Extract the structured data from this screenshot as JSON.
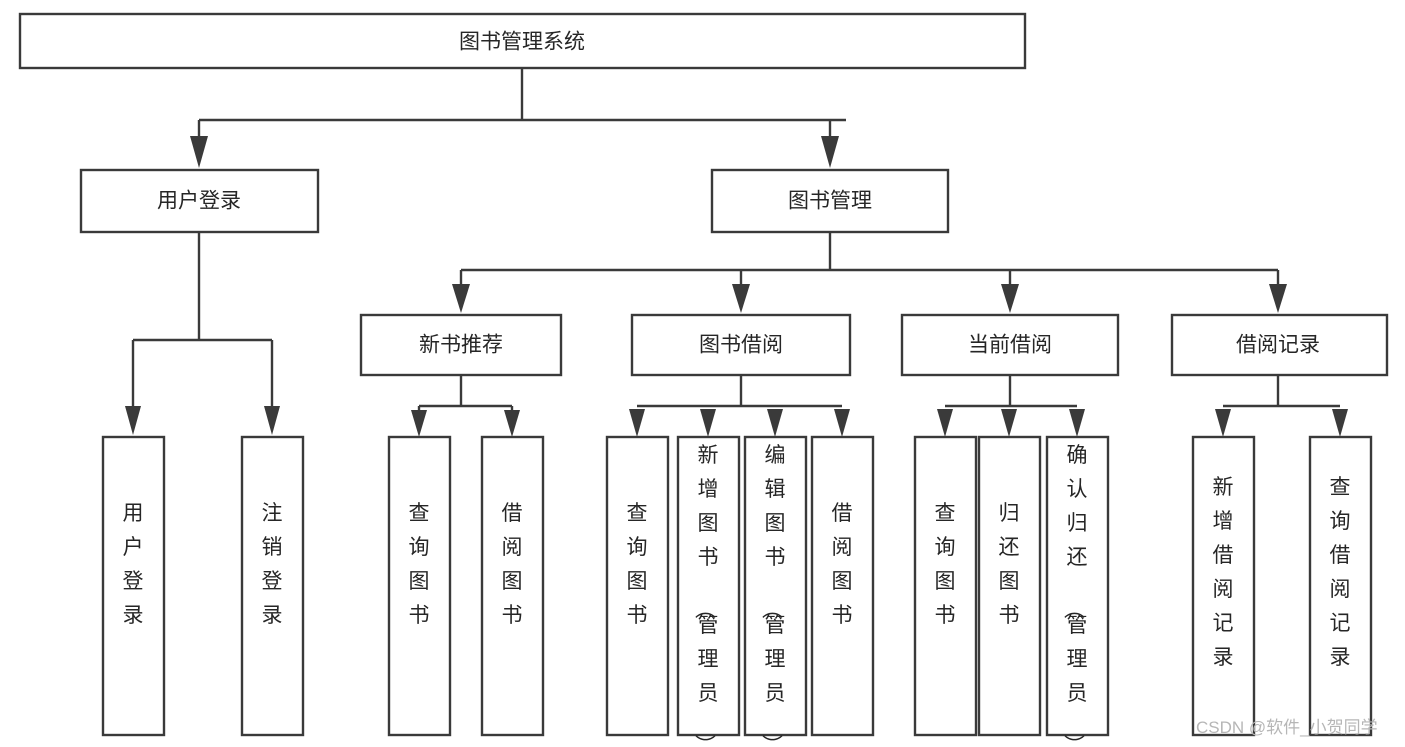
{
  "diagram": {
    "type": "tree",
    "title": "图书管理系统",
    "orientation": "top-down",
    "root": {
      "id": "root",
      "label": "图书管理系统",
      "level": 0
    },
    "levels": {
      "level1": [
        {
          "id": "user-login",
          "label": "用户登录"
        },
        {
          "id": "book-management",
          "label": "图书管理"
        }
      ],
      "level2": [
        {
          "id": "new-book-recommend",
          "label": "新书推荐",
          "parent": "book-management"
        },
        {
          "id": "book-borrow",
          "label": "图书借阅",
          "parent": "book-management"
        },
        {
          "id": "current-borrow",
          "label": "当前借阅",
          "parent": "book-management"
        },
        {
          "id": "borrow-record",
          "label": "借阅记录",
          "parent": "book-management"
        }
      ],
      "leaves": [
        {
          "id": "leaf-user-login",
          "label": "用户登录",
          "parent": "user-login"
        },
        {
          "id": "leaf-logout-login",
          "label": "注销登录",
          "parent": "user-login"
        },
        {
          "id": "leaf-query-book-1",
          "label": "查询图书",
          "parent": "new-book-recommend"
        },
        {
          "id": "leaf-borrow-book-1",
          "label": "借阅图书",
          "parent": "new-book-recommend"
        },
        {
          "id": "leaf-query-book-2",
          "label": "查询图书",
          "parent": "book-borrow"
        },
        {
          "id": "leaf-add-book",
          "label": "新增图书（管理员）",
          "parent": "book-borrow"
        },
        {
          "id": "leaf-edit-book",
          "label": "编辑图书（管理员）",
          "parent": "book-borrow"
        },
        {
          "id": "leaf-borrow-book-2",
          "label": "借阅图书",
          "parent": "book-borrow"
        },
        {
          "id": "leaf-query-book-3",
          "label": "查询图书",
          "parent": "current-borrow"
        },
        {
          "id": "leaf-return-book",
          "label": "归还图书",
          "parent": "current-borrow"
        },
        {
          "id": "leaf-confirm-return",
          "label": "确认归还（管理员）",
          "parent": "current-borrow"
        },
        {
          "id": "leaf-add-record",
          "label": "新增借阅记录",
          "parent": "borrow-record"
        },
        {
          "id": "leaf-query-record",
          "label": "查询借阅记录",
          "parent": "borrow-record"
        }
      ]
    },
    "colors": {
      "node_fill": "#ffffff",
      "node_stroke": "#3a3a3a",
      "text": "#262626",
      "background": "#ffffff",
      "watermark": "#b6b6b6"
    }
  },
  "watermark": {
    "text": "CSDN @软件_小贺同学"
  }
}
